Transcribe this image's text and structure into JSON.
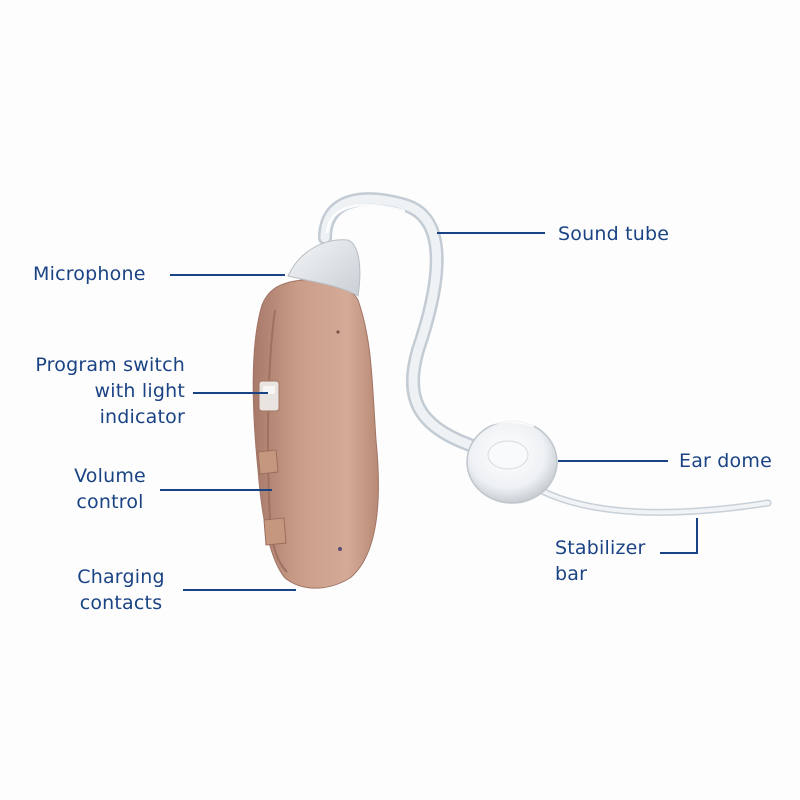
{
  "callouts": {
    "sound_tube": "Sound tube",
    "microphone": "Microphone",
    "program_switch": [
      "Program switch",
      "with light",
      "indicator"
    ],
    "volume_control": [
      "Volume",
      "control"
    ],
    "ear_dome": "Ear dome",
    "stabilizer_bar": [
      "Stabilizer",
      "bar"
    ],
    "charging_contacts": [
      "Charging",
      "contacts"
    ]
  },
  "colors": {
    "label_text": "#1a4384",
    "leader_line": "#1a4384",
    "device_body": "#caa08c",
    "tube": "#e6ebef"
  }
}
